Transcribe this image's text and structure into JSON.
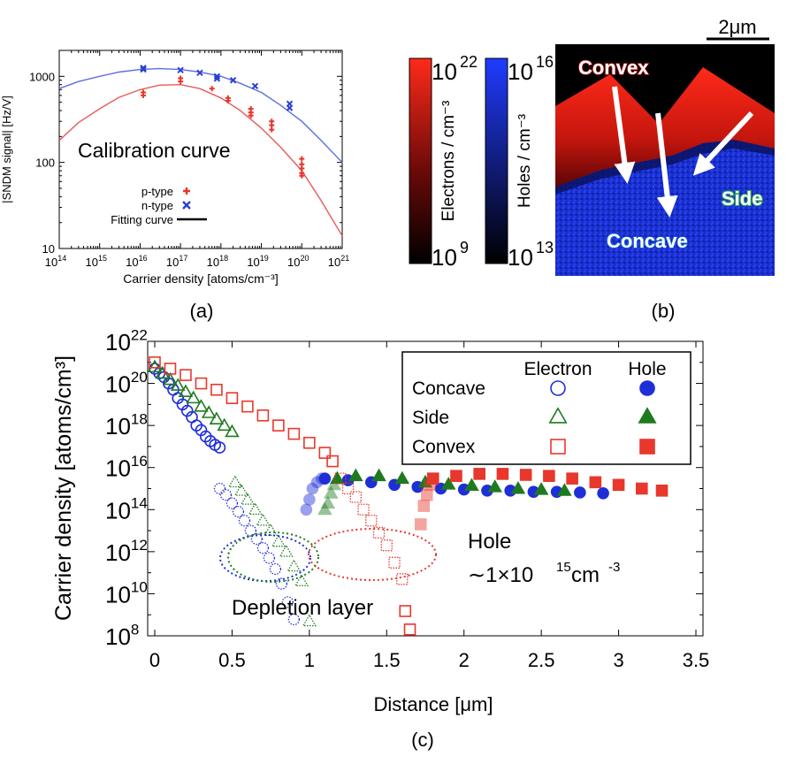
{
  "colors": {
    "electron": "#e8372c",
    "n_type": "#2b3fd6",
    "concave": "#1f2fd8",
    "side": "#1f7a1f",
    "convex": "#e8372c",
    "fit_p": "#e85a5a",
    "fit_n": "#5c6fe0"
  },
  "panel_labels": [
    "(a)",
    "(b)",
    "(c)"
  ],
  "panel_b": {
    "scale_bar": "2μm",
    "electrons_label": "Electrons / cm⁻³",
    "holes_label": "Holes / cm⁻³",
    "electrons_top": {
      "base": "10",
      "exp": "22"
    },
    "electrons_bottom": {
      "base": "10",
      "exp": "9"
    },
    "holes_top": {
      "base": "10",
      "exp": "16"
    },
    "holes_bottom": {
      "base": "10",
      "exp": "13"
    },
    "region_convex": "Convex",
    "region_concave": "Concave",
    "region_side": "Side"
  },
  "chart_data": [
    {
      "type": "scatter",
      "title": "",
      "xlabel": "Carrier density [atoms/cm⁻³]",
      "ylabel": "|SNDM signal| [Hz/V]",
      "x_scale": "log",
      "y_scale": "log",
      "xlim": [
        100000000000000.0,
        1e+21
      ],
      "ylim": [
        10,
        2000
      ],
      "x_ticks": [
        {
          "base": "10",
          "exp": "14"
        },
        {
          "base": "10",
          "exp": "15"
        },
        {
          "base": "10",
          "exp": "16"
        },
        {
          "base": "10",
          "exp": "17"
        },
        {
          "base": "10",
          "exp": "18"
        },
        {
          "base": "10",
          "exp": "19"
        },
        {
          "base": "10",
          "exp": "20"
        },
        {
          "base": "10",
          "exp": "21"
        }
      ],
      "y_ticks": [
        "10",
        "100",
        "1000"
      ],
      "annotation": "Calibration curve",
      "legend": [
        "p-type",
        "n-type",
        "Fitting curve"
      ],
      "series": [
        {
          "name": "p-type",
          "marker": "plus",
          "x": [
            1.2e+16,
            1.2e+16,
            1e+17,
            1e+17,
            6e+17,
            1.5e+18,
            1.5e+18,
            5.5e+18,
            5.5e+18,
            5.5e+18,
            1.8e+19,
            1.8e+19,
            1.8e+19,
            1e+20,
            1e+20,
            1e+20,
            1e+20,
            1e+20
          ],
          "y": [
            650,
            600,
            950,
            870,
            720,
            560,
            520,
            420,
            380,
            350,
            300,
            270,
            240,
            110,
            95,
            85,
            75,
            70
          ]
        },
        {
          "name": "n-type",
          "marker": "x",
          "x": [
            1.2e+16,
            1.2e+16,
            1e+17,
            3e+17,
            8e+17,
            8e+17,
            2e+18,
            7e+18,
            5e+19,
            5e+19
          ],
          "y": [
            1250,
            1200,
            1180,
            1100,
            1000,
            940,
            900,
            770,
            480,
            430
          ]
        },
        {
          "name": "Fitting curve (p)",
          "line": true,
          "x": [
            100000000000000.0,
            300000000000000.0,
            1000000000000000.0,
            3000000000000000.0,
            1e+16,
            3e+16,
            1e+17,
            3e+17,
            1e+18,
            3e+18,
            1e+19,
            3e+19,
            1e+20,
            3e+20,
            1e+21
          ],
          "y": [
            180,
            290,
            420,
            570,
            700,
            790,
            800,
            720,
            560,
            400,
            250,
            150,
            80,
            36,
            14
          ]
        },
        {
          "name": "Fitting curve (n)",
          "line": true,
          "x": [
            100000000000000.0,
            300000000000000.0,
            1000000000000000.0,
            3000000000000000.0,
            1e+16,
            3e+16,
            1e+17,
            3e+17,
            1e+18,
            3e+18,
            1e+19,
            3e+19,
            1e+20,
            3e+20,
            1e+21
          ],
          "y": [
            720,
            870,
            1000,
            1120,
            1200,
            1230,
            1200,
            1120,
            1000,
            830,
            650,
            460,
            300,
            180,
            100
          ]
        }
      ]
    },
    {
      "type": "scatter",
      "title": "",
      "xlabel": "Distance [μm]",
      "ylabel": "Carrier density [atoms/cm³]",
      "y_scale": "log",
      "xlim": [
        0,
        3.5
      ],
      "ylim": [
        100000000.0,
        1e+22
      ],
      "x_ticks": [
        "0",
        "0.5",
        "1",
        "1.5",
        "2",
        "2.5",
        "3",
        "3.5"
      ],
      "y_ticks": [
        {
          "base": "10",
          "exp": "8"
        },
        {
          "base": "10",
          "exp": "10"
        },
        {
          "base": "10",
          "exp": "12"
        },
        {
          "base": "10",
          "exp": "14"
        },
        {
          "base": "10",
          "exp": "16"
        },
        {
          "base": "10",
          "exp": "18"
        },
        {
          "base": "10",
          "exp": "20"
        },
        {
          "base": "10",
          "exp": "22"
        }
      ],
      "legend_headers": [
        "Electron",
        "Hole"
      ],
      "legend_rows": [
        "Concave",
        "Side",
        "Convex"
      ],
      "annotations": {
        "depletion": "Depletion layer",
        "hole_line1": "Hole",
        "hole_line2": {
          "prefix": "∼1×10",
          "exp": "15",
          "unit": "cm",
          "unit_exp": "-3"
        }
      },
      "series": [
        {
          "name": "Concave",
          "carrier": "Electron",
          "marker": "circle-open",
          "x": [
            0.0,
            0.03,
            0.06,
            0.09,
            0.12,
            0.15,
            0.18,
            0.21,
            0.24,
            0.27,
            0.3,
            0.33,
            0.36,
            0.39,
            0.42
          ],
          "y": [
            5e+20,
            3e+20,
            2e+20,
            1e+20,
            5e+19,
            2e+19,
            1e+19,
            5e+18,
            2.5e+18,
            1e+18,
            6e+17,
            3e+17,
            1.8e+17,
            1.2e+17,
            9e+16
          ]
        },
        {
          "name": "Concave",
          "carrier": "Electron",
          "marker": "circle-open-dotted",
          "x": [
            0.42,
            0.46,
            0.5,
            0.54,
            0.58,
            0.62,
            0.66,
            0.7,
            0.74,
            0.78,
            0.82,
            0.86,
            0.9
          ],
          "y": [
            1000000000000000.0,
            500000000000000.0,
            200000000000000.0,
            80000000000000.0,
            30000000000000.0,
            10000000000000.0,
            4000000000000.0,
            1500000000000.0,
            500000000000.0,
            150000000000.0,
            30000000000.0,
            4000000000.0,
            600000000.0
          ]
        },
        {
          "name": "Concave",
          "carrier": "Hole",
          "marker": "circle-filled-faded",
          "x": [
            0.98,
            1.0,
            1.02,
            1.05,
            1.08
          ],
          "y": [
            100000000000000.0,
            300000000000000.0,
            1000000000000000.0,
            2000000000000000.0,
            3000000000000000.0
          ]
        },
        {
          "name": "Concave",
          "carrier": "Hole",
          "marker": "circle-filled",
          "x": [
            1.1,
            1.25,
            1.4,
            1.55,
            1.7,
            1.85,
            2.0,
            2.15,
            2.3,
            2.45,
            2.6,
            2.75,
            2.9
          ],
          "y": [
            3000000000000000.0,
            2500000000000000.0,
            2000000000000000.0,
            1500000000000000.0,
            1200000000000000.0,
            1000000000000000.0,
            900000000000000.0,
            800000000000000.0,
            800000000000000.0,
            700000000000000.0,
            700000000000000.0,
            650000000000000.0,
            600000000000000.0
          ]
        },
        {
          "name": "Side",
          "carrier": "Electron",
          "marker": "triangle-open",
          "x": [
            0.0,
            0.05,
            0.1,
            0.15,
            0.2,
            0.25,
            0.3,
            0.35,
            0.4,
            0.45,
            0.5
          ],
          "y": [
            6e+20,
            3e+20,
            1.5e+20,
            8e+19,
            4e+19,
            2e+19,
            8e+18,
            4e+18,
            2e+18,
            1e+18,
            5e+17
          ]
        },
        {
          "name": "Side",
          "carrier": "Electron",
          "marker": "triangle-open-dotted",
          "x": [
            0.52,
            0.56,
            0.6,
            0.65,
            0.7,
            0.75,
            0.8,
            0.85,
            0.9,
            0.95,
            1.0
          ],
          "y": [
            2000000000000000.0,
            800000000000000.0,
            300000000000000.0,
            100000000000000.0,
            30000000000000.0,
            10000000000000.0,
            3000000000000.0,
            1000000000000.0,
            200000000000.0,
            40000000000.0,
            500000000.0
          ]
        },
        {
          "name": "Side",
          "carrier": "Hole",
          "marker": "triangle-filled-faded",
          "x": [
            1.1,
            1.12,
            1.14,
            1.16
          ],
          "y": [
            100000000000000.0,
            200000000000000.0,
            600000000000000.0,
            1500000000000000.0
          ]
        },
        {
          "name": "Side",
          "carrier": "Hole",
          "marker": "triangle-filled",
          "x": [
            1.18,
            1.3,
            1.45,
            1.6,
            1.75,
            1.9,
            2.05,
            2.2,
            2.35,
            2.5,
            2.65
          ],
          "y": [
            3000000000000000.0,
            4000000000000000.0,
            4000000000000000.0,
            3000000000000000.0,
            2000000000000000.0,
            1600000000000000.0,
            1400000000000000.0,
            1200000000000000.0,
            1000000000000000.0,
            900000000000000.0,
            800000000000000.0
          ]
        },
        {
          "name": "Convex",
          "carrier": "Electron",
          "marker": "square-open",
          "x": [
            0.0,
            0.1,
            0.2,
            0.3,
            0.4,
            0.5,
            0.6,
            0.7,
            0.8,
            0.9,
            1.0,
            1.1,
            1.15
          ],
          "y": [
            1e+21,
            5e+20,
            2.5e+20,
            1e+20,
            5e+19,
            2e+19,
            8e+18,
            3e+18,
            1e+18,
            4e+17,
            1.5e+17,
            5e+16,
            2e+16
          ]
        },
        {
          "name": "Convex",
          "carrier": "Electron",
          "marker": "square-open-dotted",
          "x": [
            1.2,
            1.25,
            1.3,
            1.35,
            1.4,
            1.45,
            1.5,
            1.55,
            1.6
          ],
          "y": [
            3000000000000000.0,
            1000000000000000.0,
            400000000000000.0,
            100000000000000.0,
            30000000000000.0,
            8000000000000.0,
            2000000000000.0,
            300000000000.0,
            50000000000.0
          ]
        },
        {
          "name": "Convex",
          "carrier": "Electron",
          "marker": "square-open",
          "x": [
            1.62,
            1.65
          ],
          "y": [
            1500000000.0,
            200000000.0
          ]
        },
        {
          "name": "Convex",
          "carrier": "Hole",
          "marker": "square-filled-faded",
          "x": [
            1.72,
            1.74,
            1.76,
            1.78
          ],
          "y": [
            20000000000000.0,
            150000000000000.0,
            500000000000000.0,
            1500000000000000.0
          ]
        },
        {
          "name": "Convex",
          "carrier": "Hole",
          "marker": "square-filled",
          "x": [
            1.8,
            1.95,
            2.1,
            2.25,
            2.4,
            2.55,
            2.7,
            2.85,
            3.0,
            3.15,
            3.28
          ],
          "y": [
            3000000000000000.0,
            4000000000000000.0,
            5000000000000000.0,
            5000000000000000.0,
            4500000000000000.0,
            4000000000000000.0,
            3000000000000000.0,
            2000000000000000.0,
            1500000000000000.0,
            1000000000000000.0,
            800000000000000.0
          ]
        }
      ]
    }
  ]
}
